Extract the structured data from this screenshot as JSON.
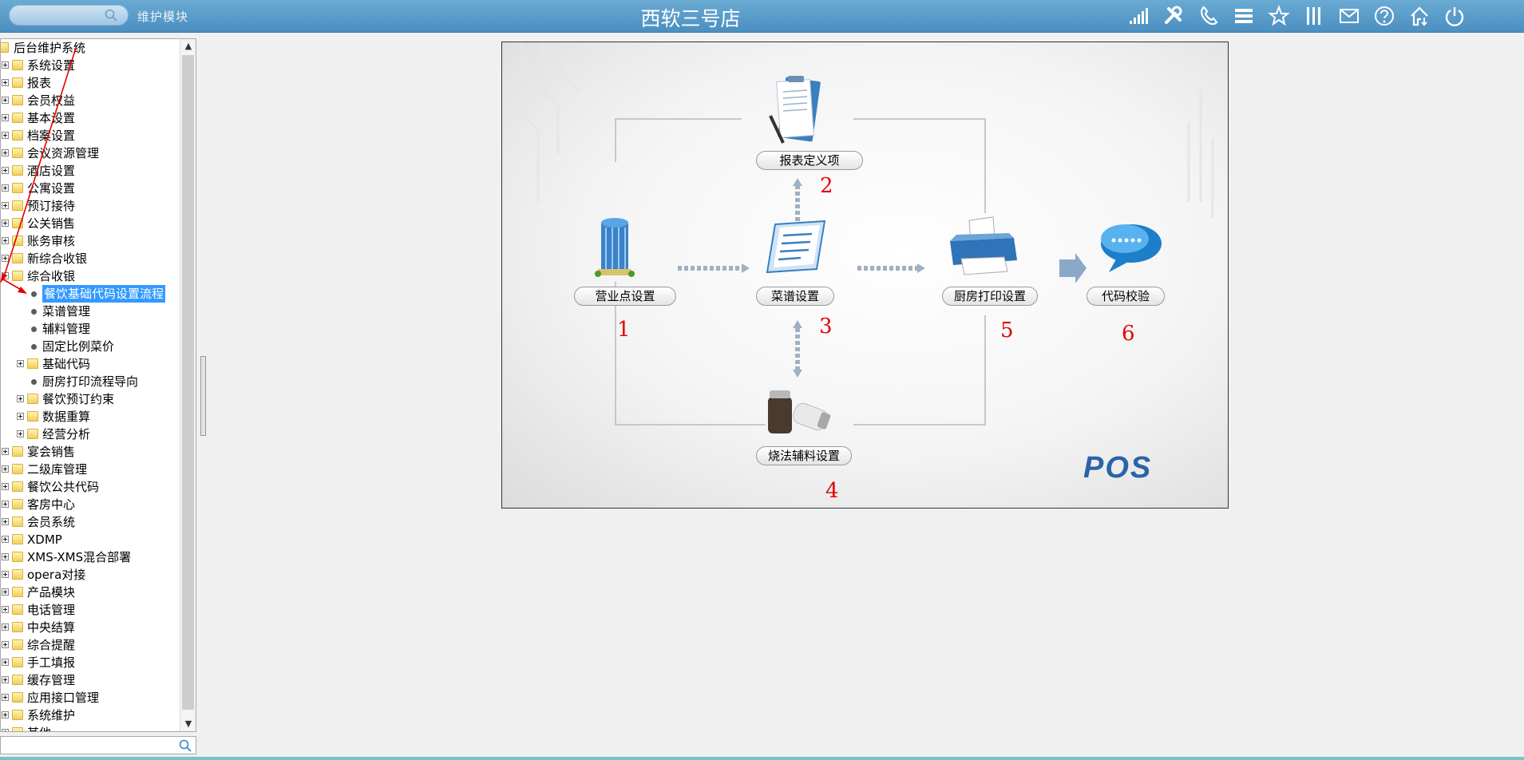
{
  "header": {
    "search_placeholder": "",
    "module_label": "维护模块",
    "title": "西软三号店",
    "tools": [
      "signal-icon",
      "tools-icon",
      "phone-icon",
      "menu-icon",
      "star-icon",
      "columns-icon",
      "mail-icon",
      "help-icon",
      "home-icon",
      "power-icon"
    ]
  },
  "tree": {
    "root": "后台维护系统",
    "items": [
      {
        "label": "系统设置"
      },
      {
        "label": "报表"
      },
      {
        "label": "会员权益"
      },
      {
        "label": "基本设置"
      },
      {
        "label": "档案设置"
      },
      {
        "label": "会议资源管理"
      },
      {
        "label": "酒店设置"
      },
      {
        "label": "公寓设置"
      },
      {
        "label": "预订接待"
      },
      {
        "label": "公关销售"
      },
      {
        "label": "账务审核"
      },
      {
        "label": "新综合收银"
      },
      {
        "label": "综合收银"
      }
    ],
    "children": [
      {
        "label": "餐饮基础代码设置流程",
        "type": "leaf",
        "selected": true
      },
      {
        "label": "菜谱管理",
        "type": "leaf"
      },
      {
        "label": "辅料管理",
        "type": "leaf"
      },
      {
        "label": "固定比例菜价",
        "type": "leaf"
      },
      {
        "label": "基础代码",
        "type": "folder"
      },
      {
        "label": "厨房打印流程导向",
        "type": "leaf"
      },
      {
        "label": "餐饮预订约束",
        "type": "folder"
      },
      {
        "label": "数据重算",
        "type": "folder"
      },
      {
        "label": "经营分析",
        "type": "folder"
      }
    ],
    "items_after": [
      {
        "label": "宴会销售"
      },
      {
        "label": "二级库管理"
      },
      {
        "label": "餐饮公共代码"
      },
      {
        "label": "客房中心"
      },
      {
        "label": "会员系统"
      },
      {
        "label": "XDMP"
      },
      {
        "label": "XMS-XMS混合部署"
      },
      {
        "label": "opera对接"
      },
      {
        "label": "产品模块"
      },
      {
        "label": "电话管理"
      },
      {
        "label": "中央结算"
      },
      {
        "label": "综合提醒"
      },
      {
        "label": "手工填报"
      },
      {
        "label": "缓存管理"
      },
      {
        "label": "应用接口管理"
      },
      {
        "label": "系统维护"
      },
      {
        "label": "其他"
      }
    ]
  },
  "flow": {
    "steps": [
      {
        "label": "营业点设置",
        "num": "1"
      },
      {
        "label": "报表定义项",
        "num": "2"
      },
      {
        "label": "菜谱设置",
        "num": "3"
      },
      {
        "label": "烧法辅料设置",
        "num": "4"
      },
      {
        "label": "厨房打印设置",
        "num": "5"
      },
      {
        "label": "代码校验",
        "num": "6"
      }
    ],
    "logo": "POS"
  },
  "colors": {
    "topbar": "#5a9dcb",
    "selection": "#3399ff",
    "step_number": "#e30000"
  }
}
